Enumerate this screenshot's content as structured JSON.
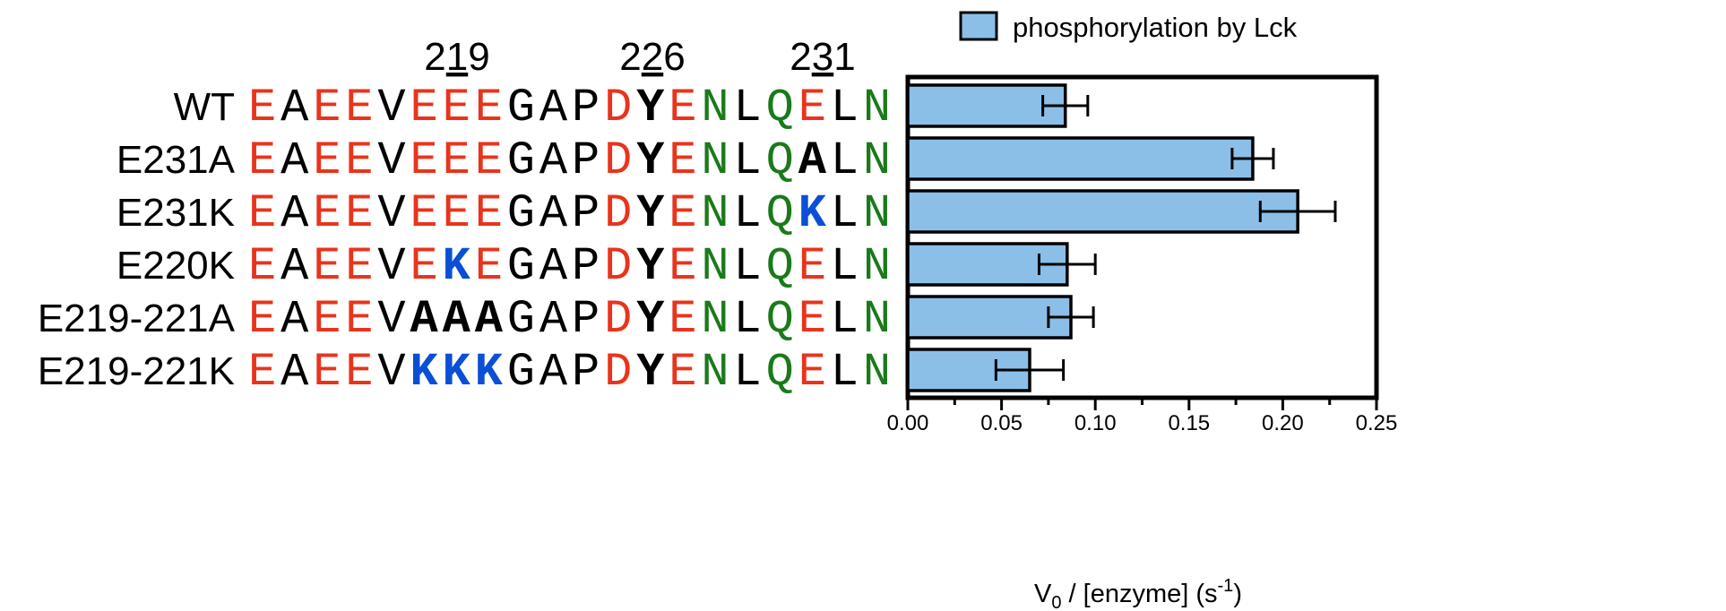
{
  "chart_data": {
    "type": "bar",
    "orientation": "horizontal",
    "categories": [
      "WT",
      "E231A",
      "E231K",
      "E220K",
      "E219-221A",
      "E219-221K"
    ],
    "series": [
      {
        "name": "phosphorylation by Lck",
        "values": [
          0.084,
          0.184,
          0.208,
          0.085,
          0.087,
          0.065
        ],
        "errors": [
          0.012,
          0.011,
          0.02,
          0.015,
          0.012,
          0.018
        ],
        "color": "#8bbfe8"
      }
    ],
    "legend": {
      "label": "phosphorylation by Lck",
      "placement": "top"
    },
    "xlabel_main": "V",
    "xlabel_sub": "0",
    "xlabel_rest": " / [enzyme] (s",
    "xlabel_sup": "-1",
    "xlabel_end": ")",
    "xlim": [
      0,
      0.25
    ],
    "xticks": [
      "0.00",
      "0.05",
      "0.10",
      "0.15",
      "0.20",
      "0.25"
    ],
    "grid": false
  },
  "sequence_alignment": {
    "position_labels": [
      {
        "pre": "2",
        "underlined": "1",
        "post": "9"
      },
      {
        "pre": "2",
        "underlined": "2",
        "post": "6"
      },
      {
        "pre": "2",
        "underlined": "3",
        "post": "1"
      }
    ],
    "colors": {
      "acidic": "#e8341c",
      "polar": "#1a7a1a",
      "basic": "#0a4fd6",
      "other": "#000000"
    },
    "rows": [
      {
        "label": "WT",
        "sequence": "EAEEVEEEGAPDYENLQELN",
        "bold": [
          12
        ]
      },
      {
        "label": "E231A",
        "sequence": "EAEEVEEEGAPDYENLQALN",
        "bold": [
          12,
          17
        ]
      },
      {
        "label": "E231K",
        "sequence": "EAEEVEEEGAPDYENLQKLN",
        "bold": [
          12,
          17
        ]
      },
      {
        "label": "E220K",
        "sequence": "EAEEVEKEGAPDYENLQELN",
        "bold": [
          6,
          12
        ]
      },
      {
        "label": "E219-221A",
        "sequence": "EAEEVAAAGAPDYENLQELN",
        "bold": [
          5,
          6,
          7,
          12
        ]
      },
      {
        "label": "E219-221K",
        "sequence": "EAEEVKKKGAPDYENLQELN",
        "bold": [
          5,
          6,
          7,
          12
        ]
      }
    ]
  }
}
